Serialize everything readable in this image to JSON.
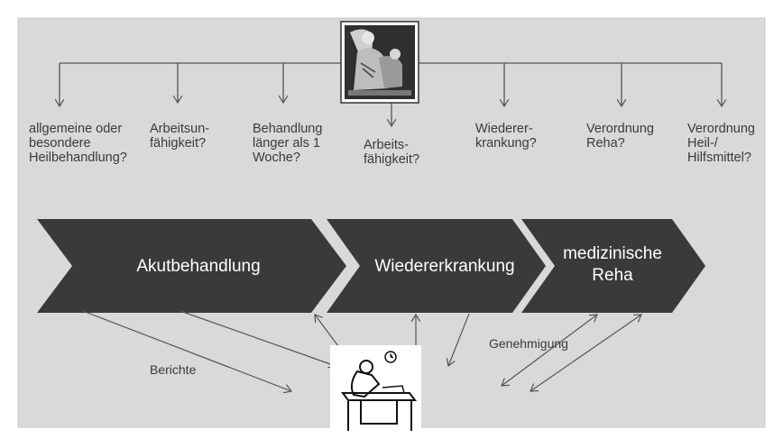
{
  "questions": [
    {
      "text": "allgemeine oder\nbesondere\nHeilbehandlung?"
    },
    {
      "text": "Arbeitsun-\nfähigkeit?"
    },
    {
      "text": "Behandlung\nlänger als 1\nWoche?"
    },
    {
      "text": "Arbeits-\nfähigkeit?"
    },
    {
      "text": "Wiederer-\nkrankung?"
    },
    {
      "text": "Verordnung\nReha?"
    },
    {
      "text": "Verordnung\nHeil-/\nHilfsmittel?"
    }
  ],
  "phases": [
    {
      "label": "Akutbehandlung"
    },
    {
      "label": "Wiedererkrankung"
    },
    {
      "label": "medizinische\nReha"
    }
  ],
  "edge_labels": {
    "reports": "Berichte",
    "approval": "Genehmigung"
  },
  "icons": {
    "top": "doctor-examining-patient-icon",
    "bottom": "clerk-at-desk-icon"
  },
  "colors": {
    "panel": "#d9d9d9",
    "chevron": "#3a3a3a",
    "line": "#555555"
  }
}
